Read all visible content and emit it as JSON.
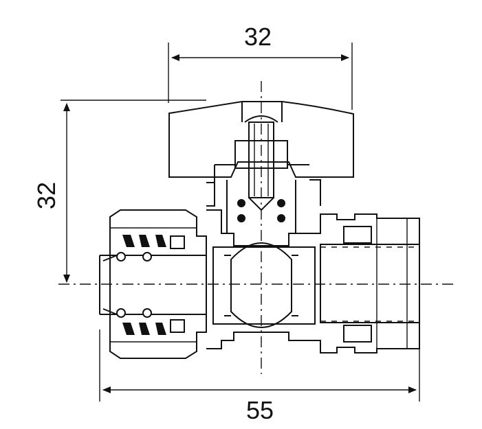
{
  "dimensions": {
    "top_width": "32",
    "left_height": "32",
    "bottom_width": "55"
  }
}
